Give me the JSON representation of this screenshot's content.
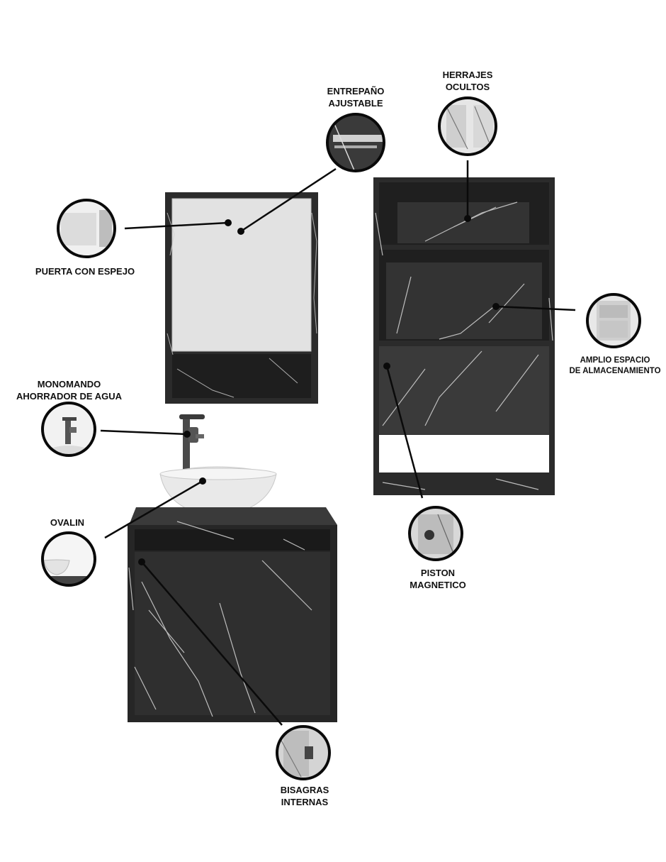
{
  "colors": {
    "background": "#ffffff",
    "cabinet": "#2b2b2b",
    "cabinet_dark": "#1e1e1e",
    "vein": "#d8d8d8",
    "mirror": "#e4e4e4",
    "leader": "#0a0a0a"
  },
  "callouts": {
    "entrepano": {
      "text": "ENTREPAÑO\nAJUSTABLE",
      "icon": "adjustable-shelf-icon"
    },
    "herrajes": {
      "text": "HERRAJES\nOCULTOS",
      "icon": "hidden-hardware-icon"
    },
    "puerta": {
      "text": "PUERTA CON ESPEJO",
      "icon": "mirror-door-icon"
    },
    "amplio": {
      "text": "AMPLIO ESPACIO\nDE ALMACENAMIENTO",
      "icon": "storage-space-icon"
    },
    "monomando": {
      "text": "MONOMANDO\nAHORRADOR DE AGUA",
      "icon": "faucet-icon"
    },
    "ovalin": {
      "text": "OVALIN",
      "icon": "basin-icon"
    },
    "piston": {
      "text": "PISTON\nMAGNETICO",
      "icon": "magnetic-piston-icon"
    },
    "bisagras": {
      "text": "BISAGRAS\nINTERNAS",
      "icon": "internal-hinge-icon"
    }
  }
}
